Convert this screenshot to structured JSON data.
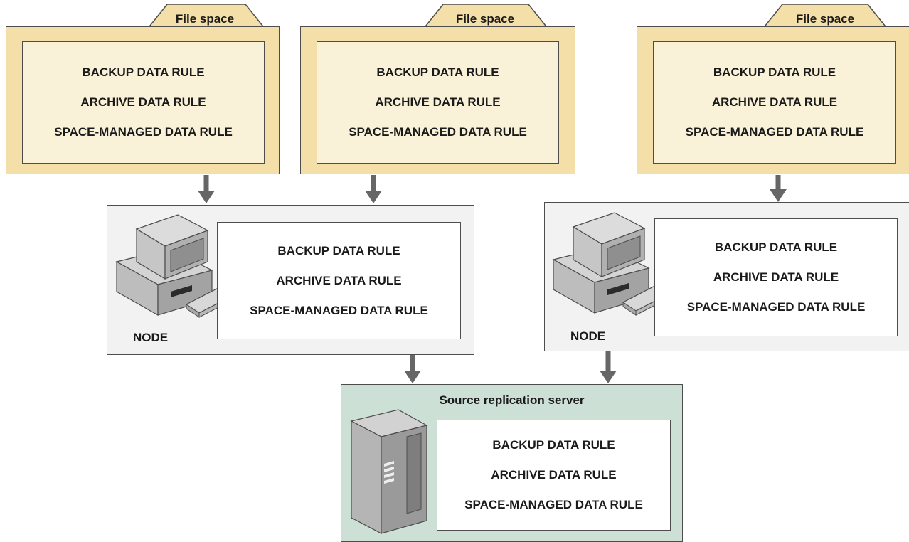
{
  "file_spaces": [
    {
      "label": "File space",
      "rules": [
        "BACKUP DATA RULE",
        "ARCHIVE DATA RULE",
        "SPACE-MANAGED DATA RULE"
      ]
    },
    {
      "label": "File space",
      "rules": [
        "BACKUP DATA RULE",
        "ARCHIVE DATA RULE",
        "SPACE-MANAGED DATA RULE"
      ]
    },
    {
      "label": "File space",
      "rules": [
        "BACKUP DATA RULE",
        "ARCHIVE DATA RULE",
        "SPACE-MANAGED DATA RULE"
      ]
    }
  ],
  "nodes": [
    {
      "label": "NODE",
      "rules": [
        "BACKUP DATA RULE",
        "ARCHIVE DATA RULE",
        "SPACE-MANAGED DATA RULE"
      ]
    },
    {
      "label": "NODE",
      "rules": [
        "BACKUP DATA RULE",
        "ARCHIVE DATA RULE",
        "SPACE-MANAGED DATA RULE"
      ]
    }
  ],
  "server": {
    "title": "Source replication server",
    "rules": [
      "BACKUP DATA RULE",
      "ARCHIVE DATA RULE",
      "SPACE-MANAGED DATA RULE"
    ]
  },
  "icons": [
    "computer-icon",
    "server-cabinet-icon",
    "arrow-down-icon"
  ],
  "colors": {
    "file_space_fill": "#f5dfa8",
    "file_space_inner": "#faf1d9",
    "node_fill": "#f2f2f2",
    "server_fill": "#cde0d6",
    "arrow": "#666666"
  }
}
